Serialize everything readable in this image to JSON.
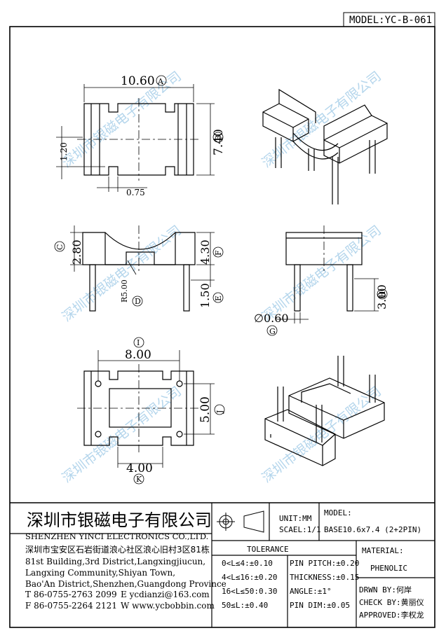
{
  "header": {
    "model_label": "MODEL:YC-B-061"
  },
  "watermark": "深圳市银磁电子有限公司",
  "dims": {
    "top_width": "10.60",
    "top_width_tag": "A",
    "top_height": "7.40",
    "top_height_tag": "B",
    "slot_height": "1.20",
    "slot_width": "0.75",
    "front_c": "2.80",
    "front_c_tag": "C",
    "front_radius": "R5.00",
    "front_radius_tag": "D",
    "front_e": "1.50",
    "front_e_tag": "E",
    "front_f": "4.30",
    "front_f_tag": "F",
    "side_pin": "∅0.60",
    "side_pin_tag": "G",
    "side_h": "3.00",
    "side_h_tag": "H",
    "bottom_i": "8.00",
    "bottom_i_tag": "I",
    "bottom_j": "5.00",
    "bottom_j_tag": "J",
    "bottom_k": "4.00",
    "bottom_k_tag": "K"
  },
  "company": {
    "name_cn": "深圳市银磁电子有限公司",
    "name_en": "SHENZHEN YINCI ELECTRONICS CO.,LTD.",
    "addr_cn": "深圳市宝安区石岩街道浪心社区浪心旧村3区81栋",
    "addr_en1": "81st Building,3rd District,Langxingjiucun,",
    "addr_en2": "Langxing Community,Shiyan Town,",
    "addr_en3": "Bao'An District,Shenzhen,Guangdong Province",
    "tel": "T 86-0755-2763 2099",
    "email": "E ycdianzi@163.com",
    "fax": "F 86-0755-2264 2121",
    "web": "W www.ycbobbin.com"
  },
  "unit": {
    "unit": "UNIT:MM",
    "scale": "SCAEL:1/1"
  },
  "model_box": {
    "label": "MODEL:",
    "value": "BASE10.6x7.4 (2+2PIN)"
  },
  "tolerance": {
    "title": "TOLERANCE",
    "left": [
      "0<L≤4:±0.10",
      "4<L≤16:±0.20",
      "16<L≤50:0.30",
      "50≤L:±0.40"
    ],
    "right": [
      "PIN PITCH:±0.20",
      "THICKNESS:±0.15",
      "ANGLE:±1°",
      "PIN DIM:±0.05"
    ]
  },
  "material": {
    "label": "MATERIAL:",
    "value": "PHENOLIC"
  },
  "approvals": {
    "drawn": "DRWN BY:何岸",
    "check": "CHECK BY:黄丽仪",
    "approved": "APPROVED:李权龙"
  }
}
